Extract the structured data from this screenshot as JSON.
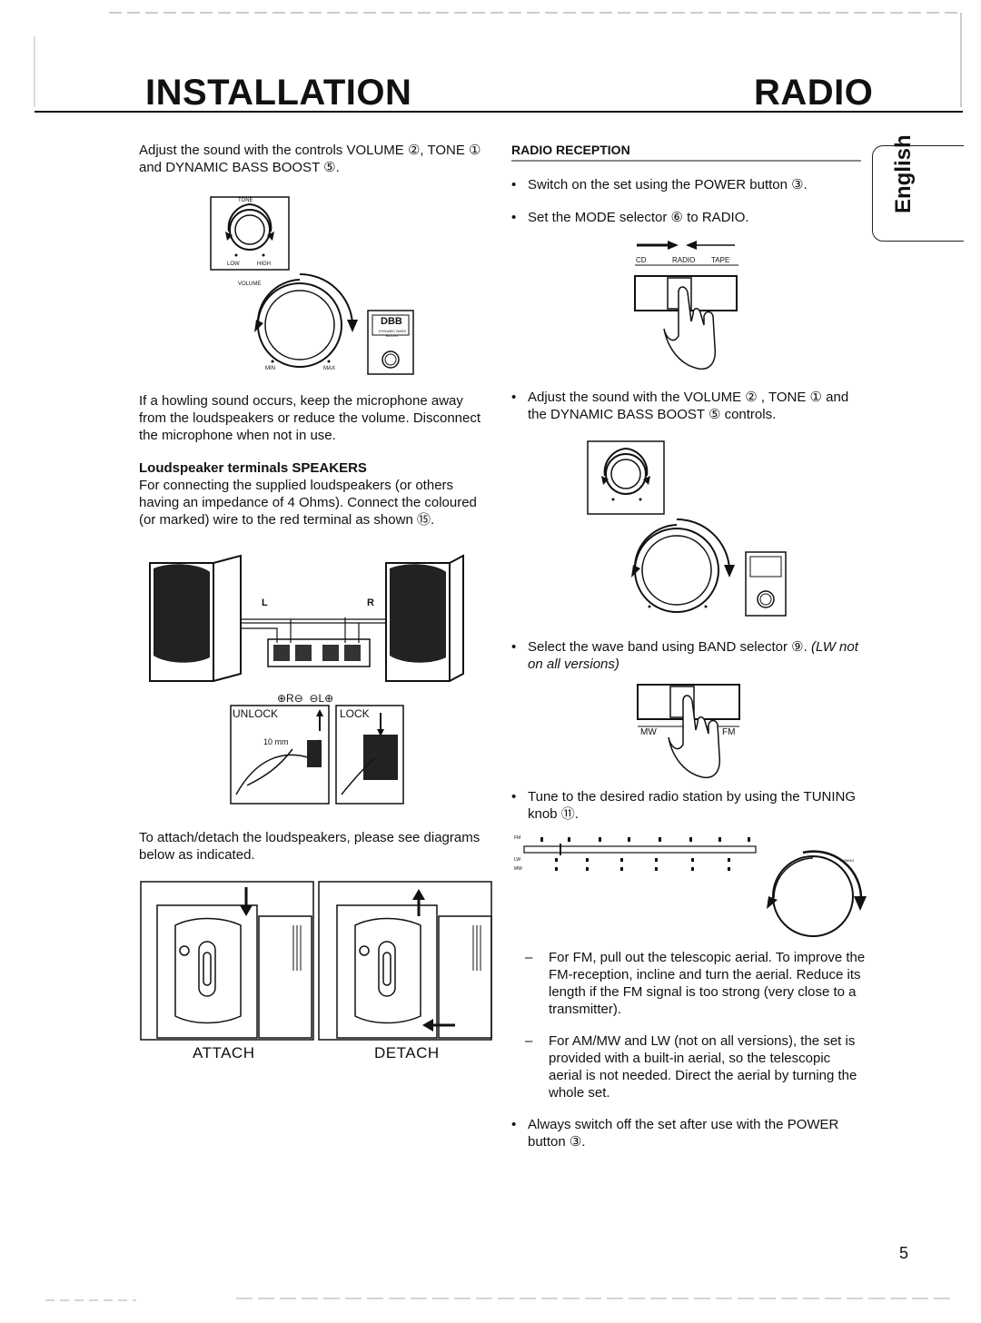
{
  "header": {
    "left_title": "INSTALLATION",
    "right_title": "RADIO"
  },
  "side_tab": {
    "label": "English"
  },
  "left": {
    "intro": "Adjust the sound with the controls VOLUME ②, TONE ① and DYNAMIC BASS BOOST ⑤.",
    "howling": "If a howling sound occurs, keep the microphone away from the loudspeakers or reduce the volume. Disconnect the microphone when not in use.",
    "terminals_heading": "Loudspeaker terminals SPEAKERS",
    "terminals_text": "For connecting the supplied loudspeakers (or others having an impedance of 4 Ohms). Connect the coloured (or marked) wire to the red terminal as shown ⑮.",
    "attach_text": "To attach/detach the loudspeakers, please see diagrams below as indicated.",
    "attach_caption": "ATTACH",
    "detach_caption": "DETACH"
  },
  "figures": {
    "tone_label": "TONE",
    "low_label": "LOW",
    "high_label": "HIGH",
    "volume_label": "VOLUME",
    "min_label": "MIN",
    "max_label": "MAX",
    "dbb_label": "DBB",
    "dbb_sub": "DYNAMIC BASS BOOST",
    "speaker_left": "L",
    "speaker_right": "R",
    "terminal_marks": "⊕R⊖  ⊖L⊕",
    "unlock_label": "UNLOCK",
    "lock_label": "LOCK",
    "mm_label": "10 mm",
    "mode_cd": "CD",
    "mode_radio": "RADIO",
    "mode_tape": "TAPE",
    "band_mw": "MW",
    "band_fm": "FM",
    "tuning_label": "TUNING",
    "scale_fm": "FM",
    "scale_lw": "LW",
    "scale_mw": "MW"
  },
  "right": {
    "section_title": "RADIO RECEPTION",
    "bullet1": "Switch on the set using the POWER button ③.",
    "bullet2": "Set the MODE selector ⑥ to RADIO.",
    "bullet3": "Adjust the sound with the VOLUME ② , TONE ① and the DYNAMIC BASS  BOOST ⑤ controls.",
    "bullet4_main": "Select the wave band using BAND selector ⑨. ",
    "bullet4_italic": "(LW not on all versions)",
    "bullet5": "Tune to the desired radio station by using the TUNING knob ⑪.",
    "dash1": "For FM, pull out the telescopic aerial. To improve the FM-reception, incline and turn the aerial. Reduce its length if the FM signal is too strong (very close to a transmitter).",
    "dash2": "For AM/MW and LW (not on all versions), the set is provided with a built-in aerial, so the telescopic aerial is not needed. Direct the aerial by turning the whole set.",
    "bullet6": "Always switch off the set after use with the POWER button ③."
  },
  "page_number": "5"
}
